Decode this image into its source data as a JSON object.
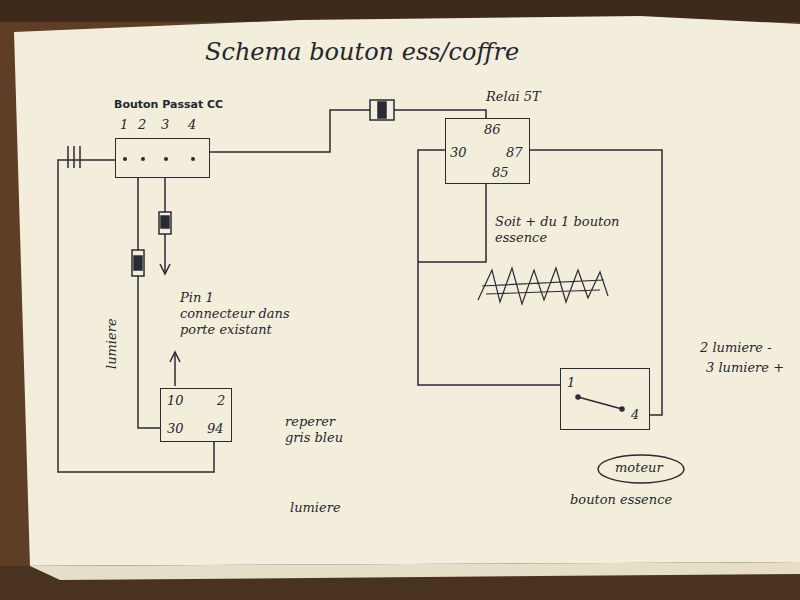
{
  "diagram": {
    "title": "Schema bouton ess/coffre",
    "nodes": [
      {
        "text": [
          "Bouton Passat CC",
          "1",
          "2",
          "3",
          "4"
        ]
      },
      {
        "text": [
          "Relai 5T",
          "86",
          "30",
          "87",
          "85"
        ]
      },
      {
        "text": [
          "10",
          "2",
          "30",
          "94"
        ]
      },
      {
        "text": [
          "1",
          "4"
        ]
      },
      {
        "text": [
          "moteur"
        ]
      }
    ],
    "edges": [
      {
        "from": 0,
        "to": 1,
        "arrow": "none"
      },
      {
        "from": 0,
        "to": 2,
        "arrow": "none"
      },
      {
        "from": 0,
        "to": 2,
        "arrow": "none"
      },
      {
        "from": 1,
        "to": 3,
        "arrow": "none"
      },
      {
        "from": 1,
        "to": 3,
        "arrow": "none"
      }
    ],
    "labels": [
      "lumiere",
      "Pin 1 connecteur dans porte existant",
      "Soit + du 1 bouton essence",
      "reperer gris bleu",
      "lumiere",
      "2 lumiere -",
      "3 lumiere +",
      "bouton essence"
    ]
  }
}
